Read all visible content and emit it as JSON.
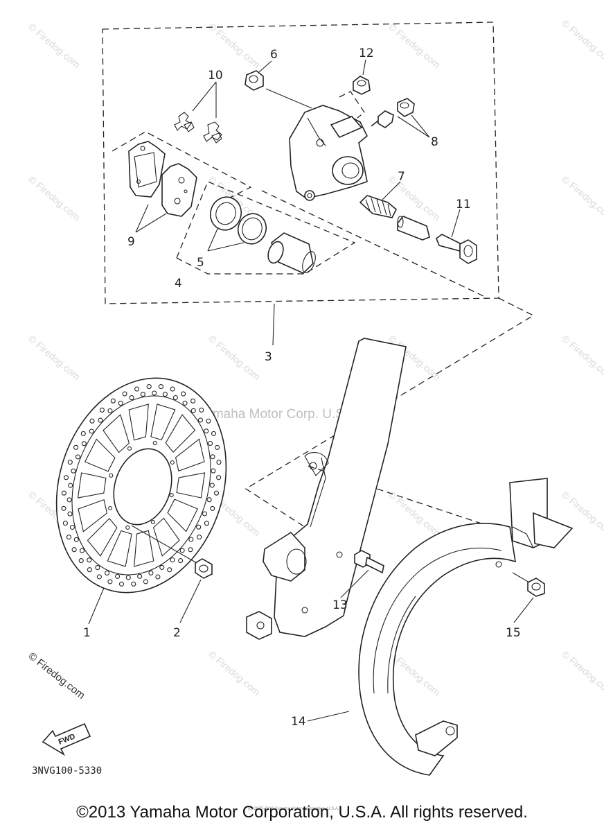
{
  "watermarks": {
    "corner": "© Firedog.com",
    "center": "Yamaha Motor Corp. U.S.A.",
    "footer_small": "(c) 2005-2016 Yamaha Motor Corporation, U.S.A."
  },
  "callouts": {
    "c1": "1",
    "c2": "2",
    "c3": "3",
    "c4": "4",
    "c5": "5",
    "c6": "6",
    "c7": "7",
    "c8": "8",
    "c9": "9",
    "c10": "10",
    "c11": "11",
    "c12": "12",
    "c13": "13",
    "c14": "14",
    "c15": "15"
  },
  "logo": {
    "text": "© Firedog.com"
  },
  "fwd": {
    "label": "FWD"
  },
  "part_code": "3NVG100-5330",
  "copyright": "©2013 Yamaha Motor Corporation, U.S.A. All rights reserved."
}
